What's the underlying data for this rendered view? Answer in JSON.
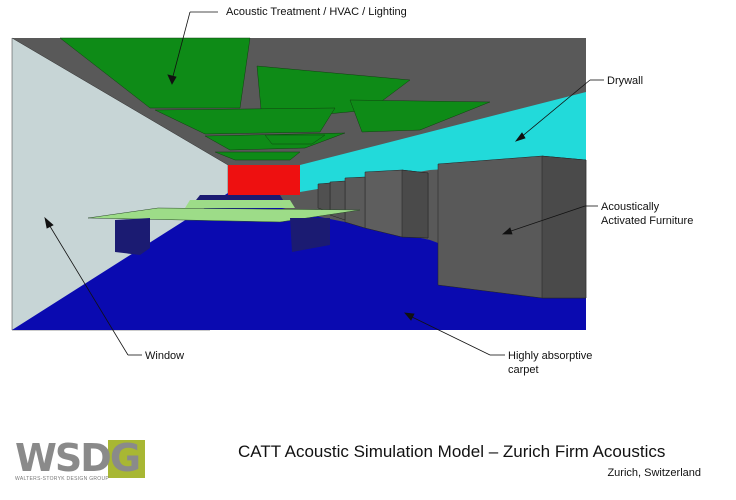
{
  "labels": {
    "ceiling": "Acoustic Treatment / HVAC / Lighting",
    "drywall": "Drywall",
    "furniture": "Acoustically\nActivated Furniture",
    "window": "Window",
    "carpet": "Highly absorptive\ncarpet"
  },
  "footer": {
    "title": "CATT Acoustic Simulation Model – Zurich Firm Acoustics",
    "subtitle": "Zurich, Switzerland",
    "logo_text": "WSDG",
    "logo_subtext": "WALTERS-STORYK DESIGN GROUP"
  },
  "colors": {
    "ceiling": "#595959",
    "window_wall": "#c7d5d6",
    "floor": "#0a0ab0",
    "back_wall": "#ee1010",
    "drywall": "#22dada",
    "acoustic_panels": "#0e8b17",
    "furniture": "#595959",
    "desk_top": "#9ddc88",
    "desk_legs": "#1b1b72",
    "logo_accent": "#a8b733"
  }
}
